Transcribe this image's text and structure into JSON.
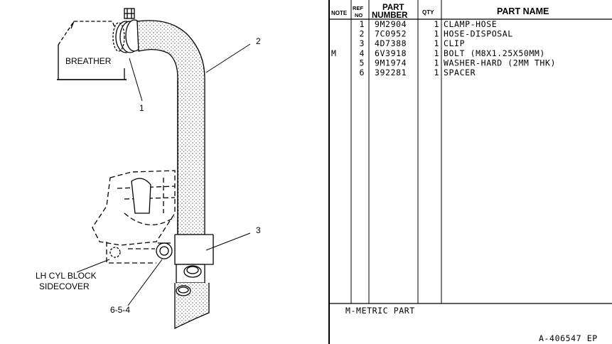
{
  "diagram": {
    "labels": {
      "breather": "BREATHER",
      "callout_1": "1",
      "callout_2": "2",
      "callout_3": "3",
      "callout_654": "6-5-4",
      "sidecover_line1": "LH CYL BLOCK",
      "sidecover_line2": "SIDECOVER"
    }
  },
  "parts_table": {
    "headers": {
      "note": "NOTE",
      "ref_line1": "REF",
      "ref_line2": "NO",
      "part_line1": "PART",
      "part_line2": "NUMBER",
      "qty": "QTY",
      "name": "PART NAME"
    },
    "rows": [
      {
        "note": "",
        "ref": "1",
        "part_number": "9M2904",
        "qty": "1",
        "name": "CLAMP-HOSE"
      },
      {
        "note": "",
        "ref": "2",
        "part_number": "7C0952",
        "qty": "1",
        "name": "HOSE-DISPOSAL"
      },
      {
        "note": "",
        "ref": "3",
        "part_number": "4D7388",
        "qty": "1",
        "name": "CLIP"
      },
      {
        "note": "M",
        "ref": "4",
        "part_number": "6V3918",
        "qty": "1",
        "name": "BOLT (M8X1.25X50MM)"
      },
      {
        "note": "",
        "ref": "5",
        "part_number": "9M1974",
        "qty": "1",
        "name": "WASHER-HARD (2MM THK)"
      },
      {
        "note": "",
        "ref": "6",
        "part_number": "392281",
        "qty": "1",
        "name": "SPACER"
      }
    ],
    "footnote": "M-METRIC PART",
    "drawing_id": "A-406547 EP"
  }
}
